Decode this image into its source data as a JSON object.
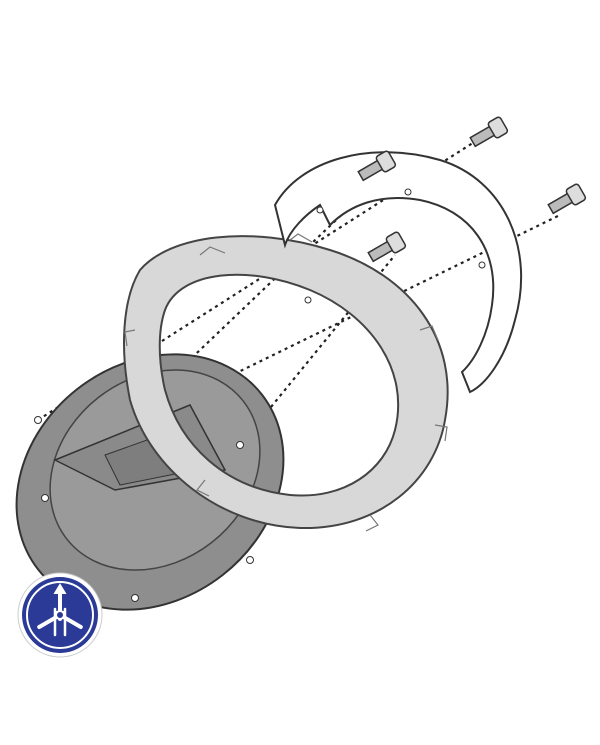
{
  "colors": {
    "background": "#ffffff",
    "plate_fill": "#8c8c8c",
    "ring_fill": "#d9d9d9",
    "bracket_fill": "#ffffff",
    "outline": "#333333",
    "logo_blue": "#2a3a96"
  },
  "parts": [
    "tank-cap-plate",
    "mounting-ring",
    "bracket",
    "bolt",
    "bolt",
    "bolt",
    "bolt"
  ],
  "logo": {
    "brand": "tuning-fork-emblem"
  }
}
